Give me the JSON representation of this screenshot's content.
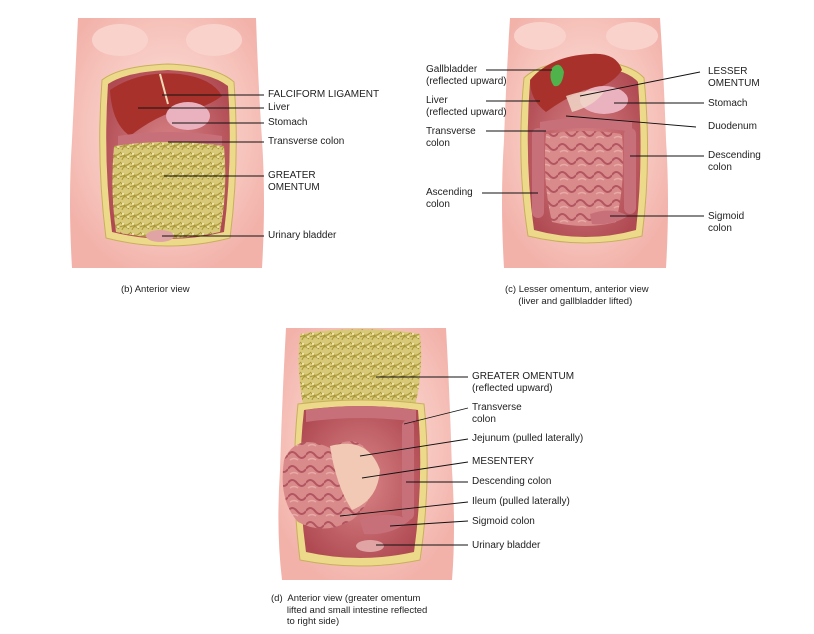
{
  "panel_b": {
    "labels": {
      "falciform": "FALCIFORM LIGAMENT",
      "liver": "Liver",
      "stomach": "Stomach",
      "transverse_colon": "Transverse colon",
      "greater_omentum": "GREATER\nOMENTUM",
      "urinary_bladder": "Urinary bladder"
    },
    "caption": "(b) Anterior view"
  },
  "panel_c": {
    "labels": {
      "gallbladder": "Gallbladder\n(reflected upward)",
      "liver": "Liver\n(reflected upward)",
      "transverse_colon": "Transverse\ncolon",
      "ascending_colon": "Ascending\ncolon",
      "lesser_omentum": "LESSER\nOMENTUM",
      "stomach": "Stomach",
      "duodenum": "Duodenum",
      "descending_colon": "Descending\ncolon",
      "sigmoid_colon": "Sigmoid\ncolon"
    },
    "caption": "(c) Lesser omentum, anterior view\n     (liver and gallbladder lifted)"
  },
  "panel_d": {
    "labels": {
      "greater_omentum": "GREATER OMENTUM\n(reflected upward)",
      "transverse_colon": "Transverse\ncolon",
      "jejunum": "Jejunum (pulled laterally)",
      "mesentery": "MESENTERY",
      "descending_colon": "Descending colon",
      "ileum": "Ileum (pulled laterally)",
      "sigmoid_colon": "Sigmoid colon",
      "urinary_bladder": "Urinary bladder"
    },
    "caption": "(d)  Anterior view (greater omentum\n      lifted and small intestine reflected\n      to right side)"
  },
  "colors": {
    "skin": "#f7c7c0",
    "skin_light": "#fbe2dd",
    "cavity": "#c9656a",
    "fat": "#e7dc8e",
    "omentum": "#cfc06a",
    "liver": "#a8322b",
    "stomach": "#e8a9b8",
    "intestine": "#d2797a",
    "colon": "#c8707a",
    "gallbladder": "#4fb24a",
    "leader": "#111111"
  }
}
